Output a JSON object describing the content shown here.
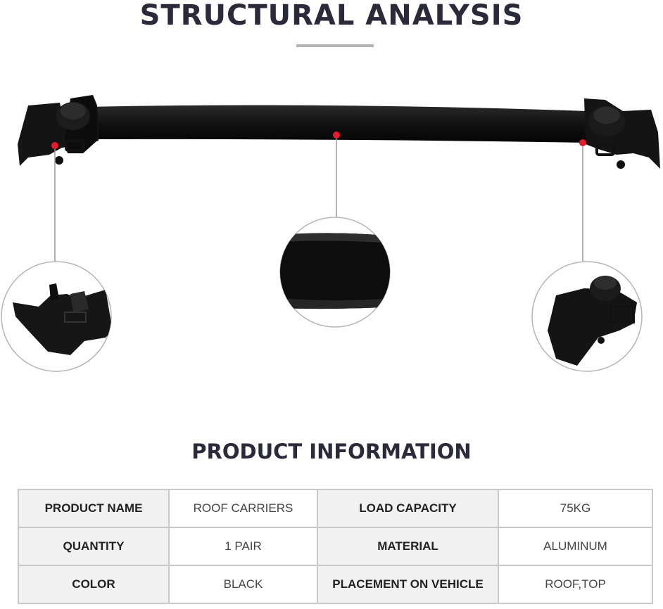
{
  "header": {
    "title": "STRUCTURAL ANALYSIS"
  },
  "product_image": {
    "name": "roof-crossbar"
  },
  "info": {
    "title": "PRODUCT INFORMATION",
    "rows": [
      {
        "label1": "PRODUCT NAME",
        "value1": "ROOF CARRIERS",
        "label2": "LOAD CAPACITY",
        "value2": "75KG"
      },
      {
        "label1": "QUANTITY",
        "value1": "1 PAIR",
        "label2": "MATERIAL",
        "value2": "ALUMINUM"
      },
      {
        "label1": "COLOR",
        "value1": "BLACK",
        "label2": "PLACEMENT ON VEHICLE",
        "value2": "ROOF,TOP"
      }
    ]
  },
  "colors": {
    "marker": "#e8192c",
    "title": "#2a2a3a",
    "rule": "#b3b3b3",
    "cell_key_bg": "#f1f1f1",
    "border": "#c8c8c8"
  }
}
